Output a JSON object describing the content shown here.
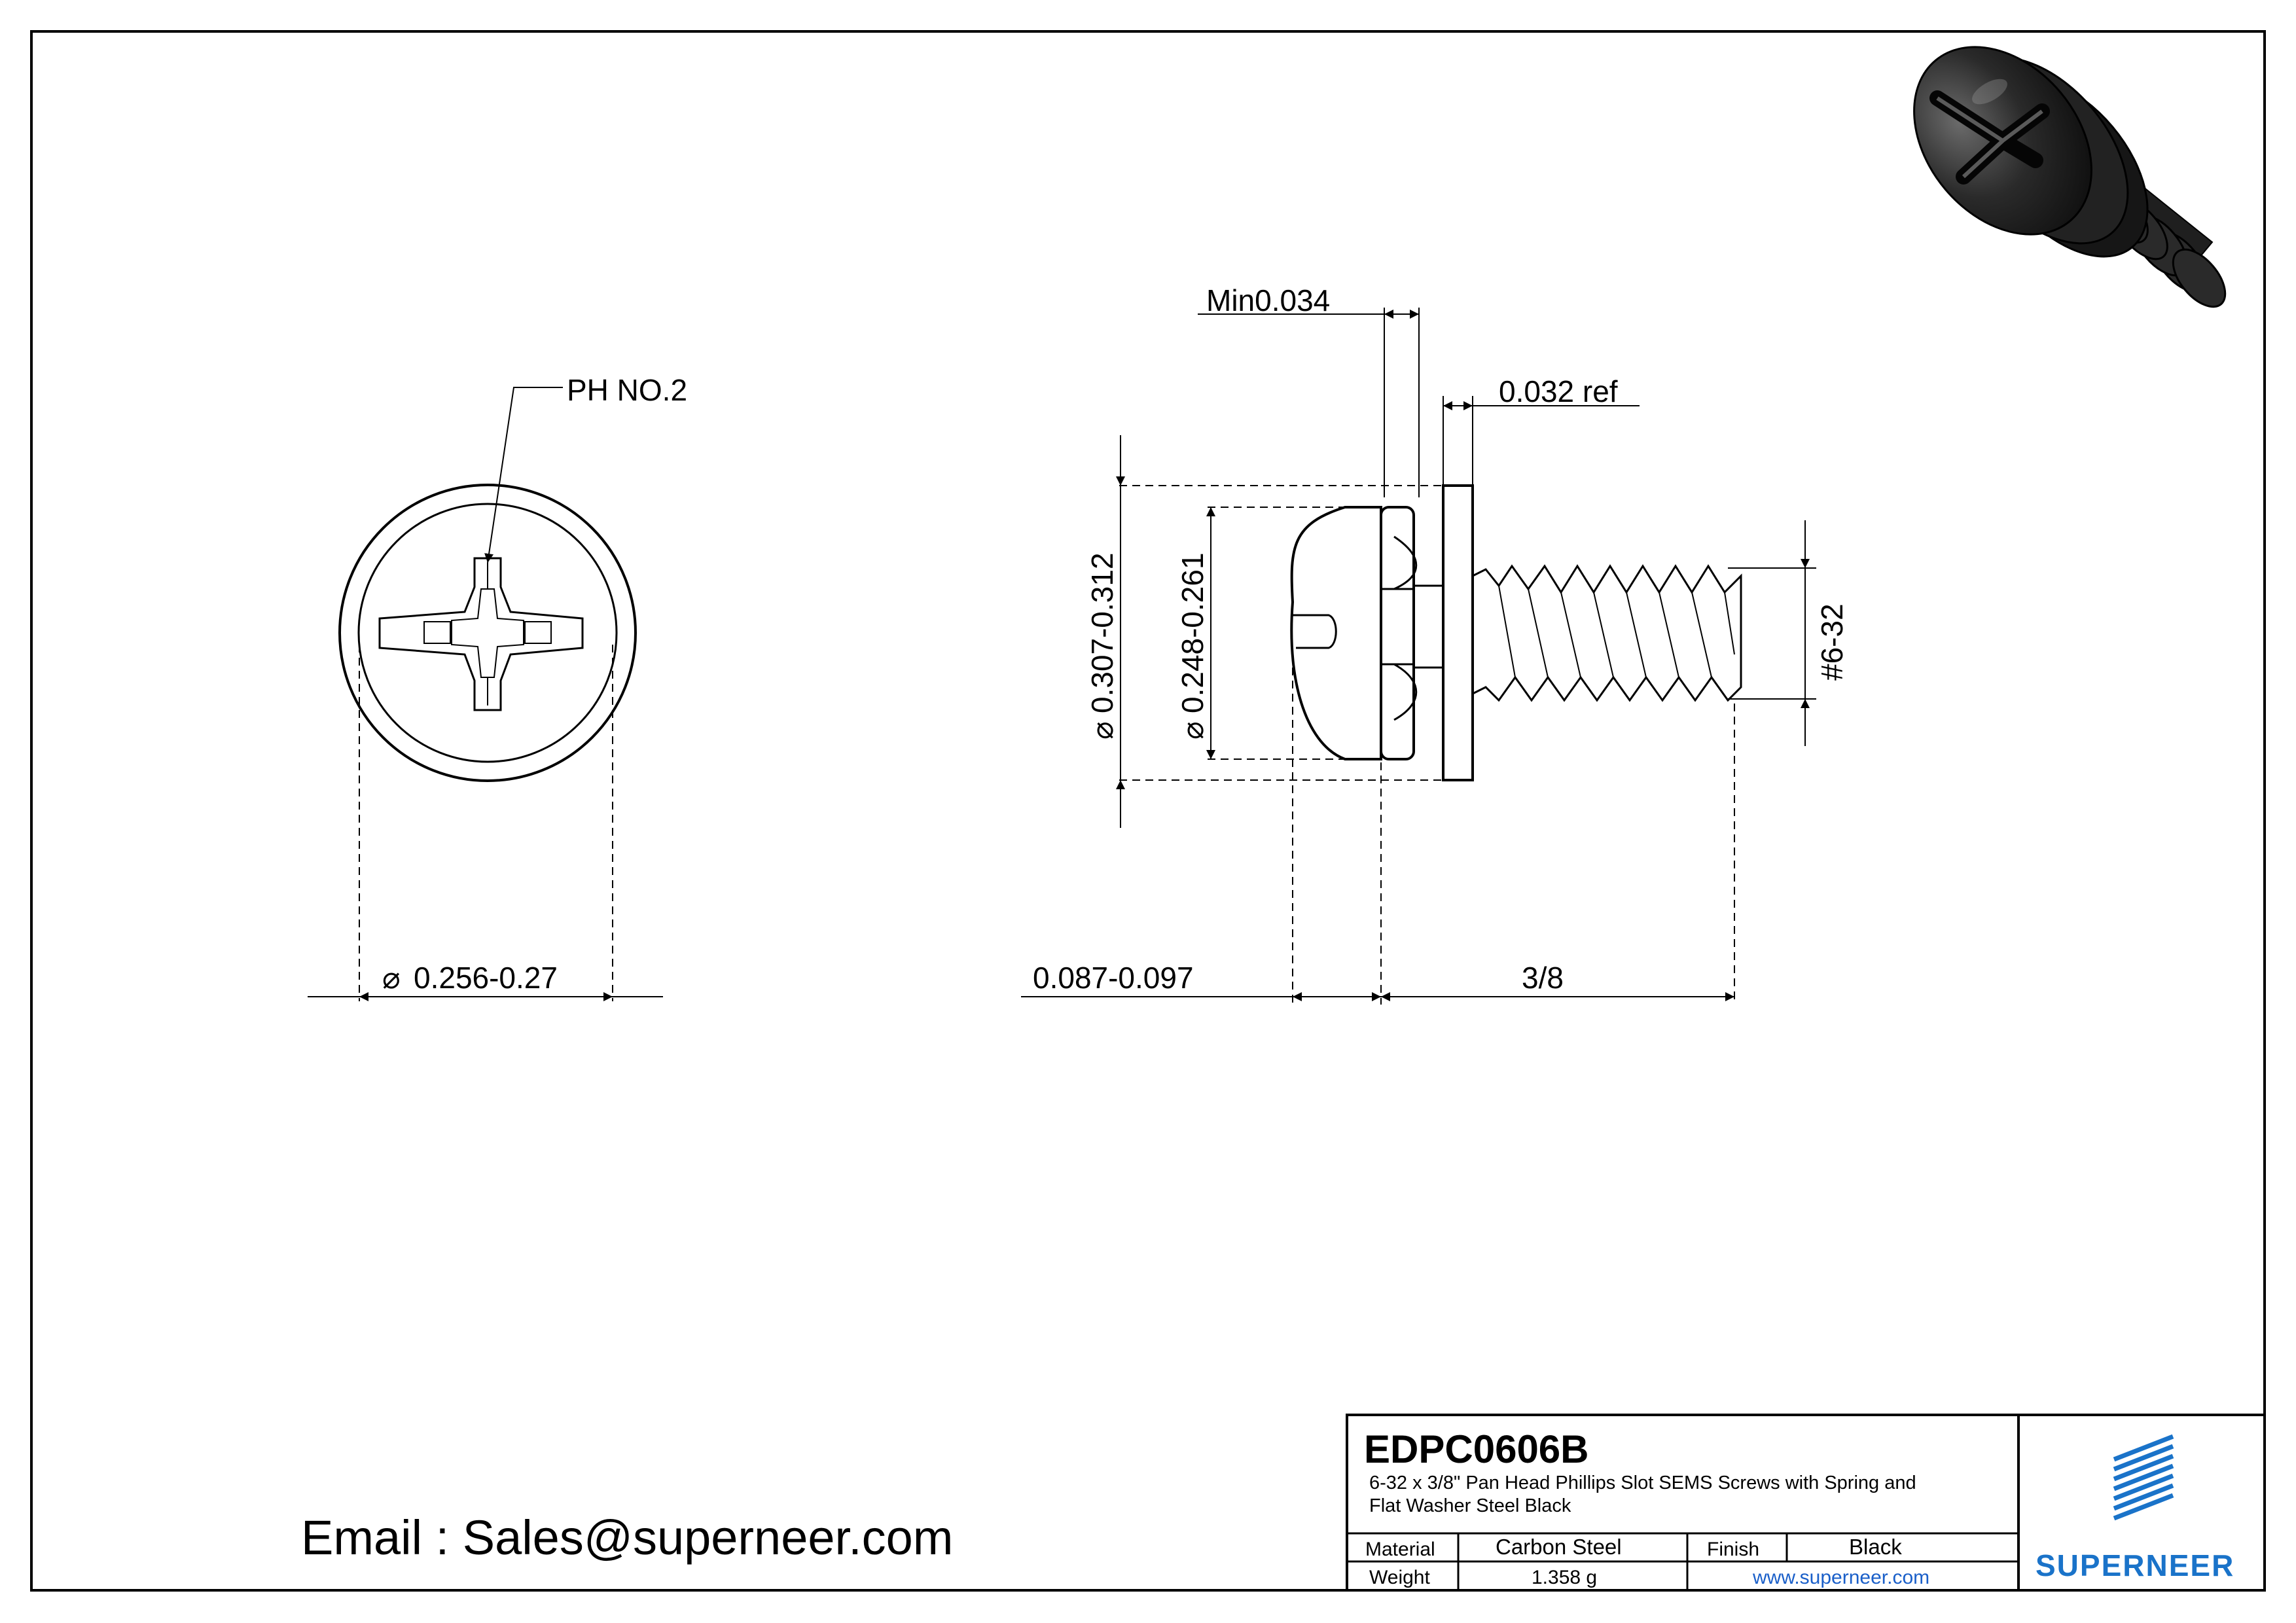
{
  "front_view": {
    "drive_label": "PH NO.2",
    "head_diameter": "0.256-0.27",
    "diameter_symbol": "⌀"
  },
  "side_view": {
    "spring_washer_min": "Min0.034",
    "flat_washer_ref": "0.032 ref",
    "washer_diameter": "0.307-0.312",
    "head_dia": "0.248-0.261",
    "thread_size": "#6-32",
    "head_height": "0.087-0.097",
    "length": "3/8",
    "diameter_symbol": "⌀"
  },
  "email": "Email : Sales@superneer.com",
  "title_block": {
    "part_number": "EDPC0606B",
    "description_line1": "6-32 x 3/8\" Pan Head Phillips Slot SEMS Screws with Spring and",
    "description_line2": "Flat Washer Steel Black",
    "material_label": "Material",
    "material_value": "Carbon Steel",
    "finish_label": "Finish",
    "finish_value": "Black",
    "weight_label": "Weight",
    "weight_value": "1.358 g",
    "website": "www.superneer.com",
    "logo_text": "SUPERNEER"
  },
  "colors": {
    "line": "#000000",
    "brand_blue": "#1a73c9",
    "link_blue": "#1a5fc9",
    "iso_body": "#1f1f1f"
  }
}
